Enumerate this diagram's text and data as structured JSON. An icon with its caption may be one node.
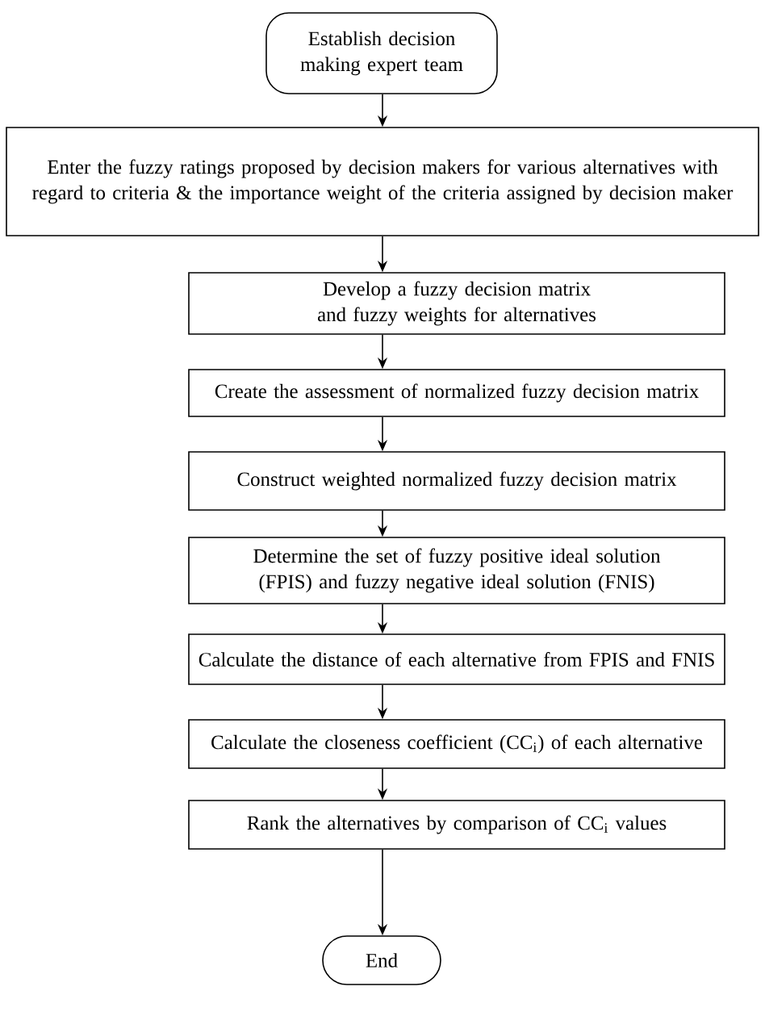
{
  "diagram": {
    "nodes": [
      {
        "text": [
          "Establish decision making expert team"
        ]
      },
      {
        "text": [
          "Enter the fuzzy ratings proposed by decision makers for various alternatives with regard to criteria & the importance weight of the criteria assigned by decision maker"
        ]
      },
      {
        "text": [
          "Develop a fuzzy decision matrix and fuzzy weights for alternatives"
        ]
      },
      {
        "text": [
          "Create the assessment of normalized fuzzy decision matrix"
        ]
      },
      {
        "text": [
          "Construct weighted normalized fuzzy decision matrix"
        ]
      },
      {
        "text": [
          "Determine the set of fuzzy positive ideal solution (FPIS) and fuzzy negative ideal solution (FNIS)"
        ]
      },
      {
        "text": [
          "Calculate the distance of each alternative from FPIS and FNIS"
        ]
      },
      {
        "text": [
          "Calculate the closeness coefficient (CC$_{i}$) of each alternative"
        ]
      },
      {
        "text": [
          "Rank the alternatives by comparison of CC$_{i}$ values"
        ]
      },
      {
        "text": [
          "End"
        ]
      }
    ],
    "edges": [
      {
        "from": 0,
        "to": 1,
        "arrow": "to"
      },
      {
        "from": 1,
        "to": 2,
        "arrow": "to"
      },
      {
        "from": 2,
        "to": 3,
        "arrow": "to"
      },
      {
        "from": 3,
        "to": 4,
        "arrow": "to"
      },
      {
        "from": 4,
        "to": 5,
        "arrow": "to"
      },
      {
        "from": 5,
        "to": 6,
        "arrow": "to"
      },
      {
        "from": 6,
        "to": 7,
        "arrow": "to"
      },
      {
        "from": 7,
        "to": 8,
        "arrow": "to"
      },
      {
        "from": 8,
        "to": 9,
        "arrow": "to"
      }
    ]
  }
}
